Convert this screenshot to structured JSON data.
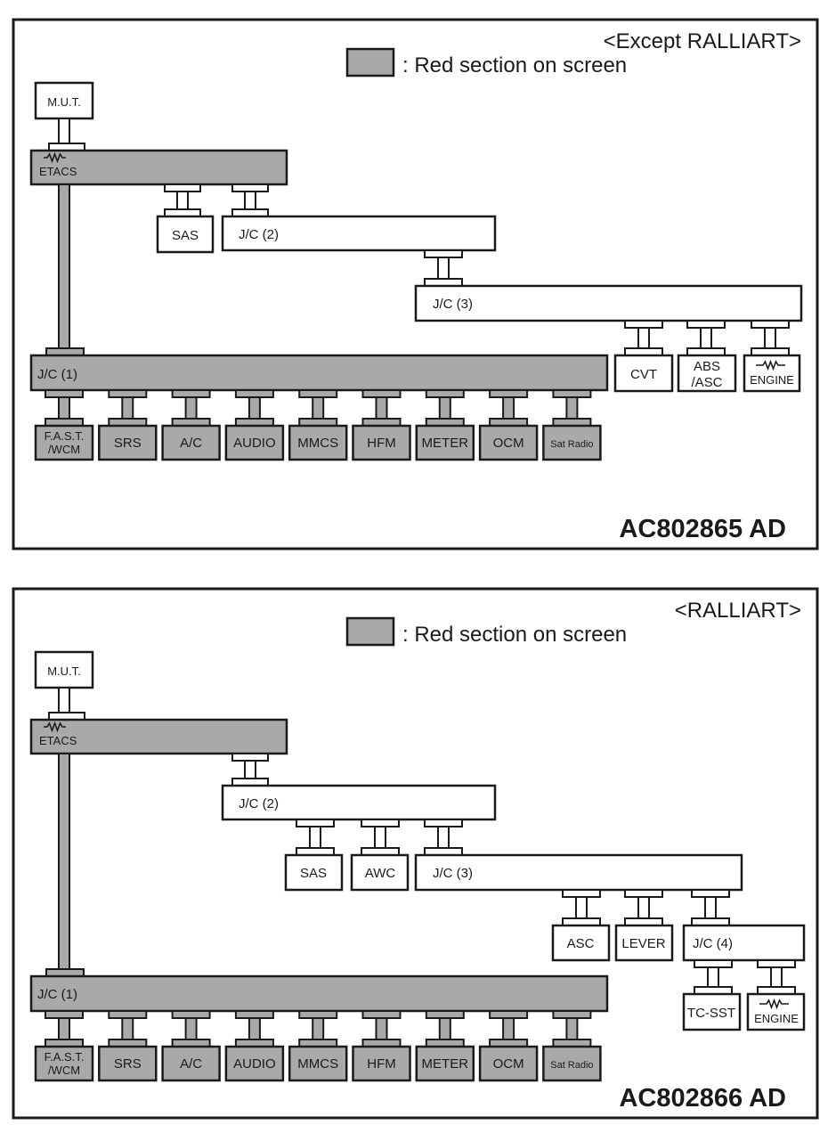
{
  "colors": {
    "red_section": "#a9a9a9",
    "outline": "#1a1a1a",
    "background": "#ffffff"
  },
  "icons": {
    "terminating_resistor": "resistor-icon"
  },
  "diagrams": [
    {
      "variant": "<Except RALLIART>",
      "legend": ": Red section on screen",
      "code": "AC802865 AD",
      "mut": "M.U.T.",
      "etacs": "ETACS",
      "sas": "SAS",
      "jc2": "J/C (2)",
      "jc3": "J/C (3)",
      "jc1": "J/C (1)",
      "cvt": "CVT",
      "abs_asc": [
        "ABS",
        "/ASC"
      ],
      "engine": "ENGINE",
      "bus_nodes": [
        "F.A.S.T.|/WCM",
        "SRS",
        "A/C",
        "AUDIO",
        "MMCS",
        "HFM",
        "METER",
        "OCM",
        "Sat Radio"
      ]
    },
    {
      "variant": "<RALLIART>",
      "legend": ": Red section on screen",
      "code": "AC802866 AD",
      "mut": "M.U.T.",
      "etacs": "ETACS",
      "jc2": "J/C (2)",
      "sas": "SAS",
      "awc": "AWC",
      "jc3": "J/C (3)",
      "asc": "ASC",
      "lever": "LEVER",
      "jc4": "J/C (4)",
      "tc_sst": "TC-SST",
      "engine": "ENGINE",
      "jc1": "J/C (1)",
      "bus_nodes": [
        "F.A.S.T.|/WCM",
        "SRS",
        "A/C",
        "AUDIO",
        "MMCS",
        "HFM",
        "METER",
        "OCM",
        "Sat Radio"
      ]
    }
  ]
}
